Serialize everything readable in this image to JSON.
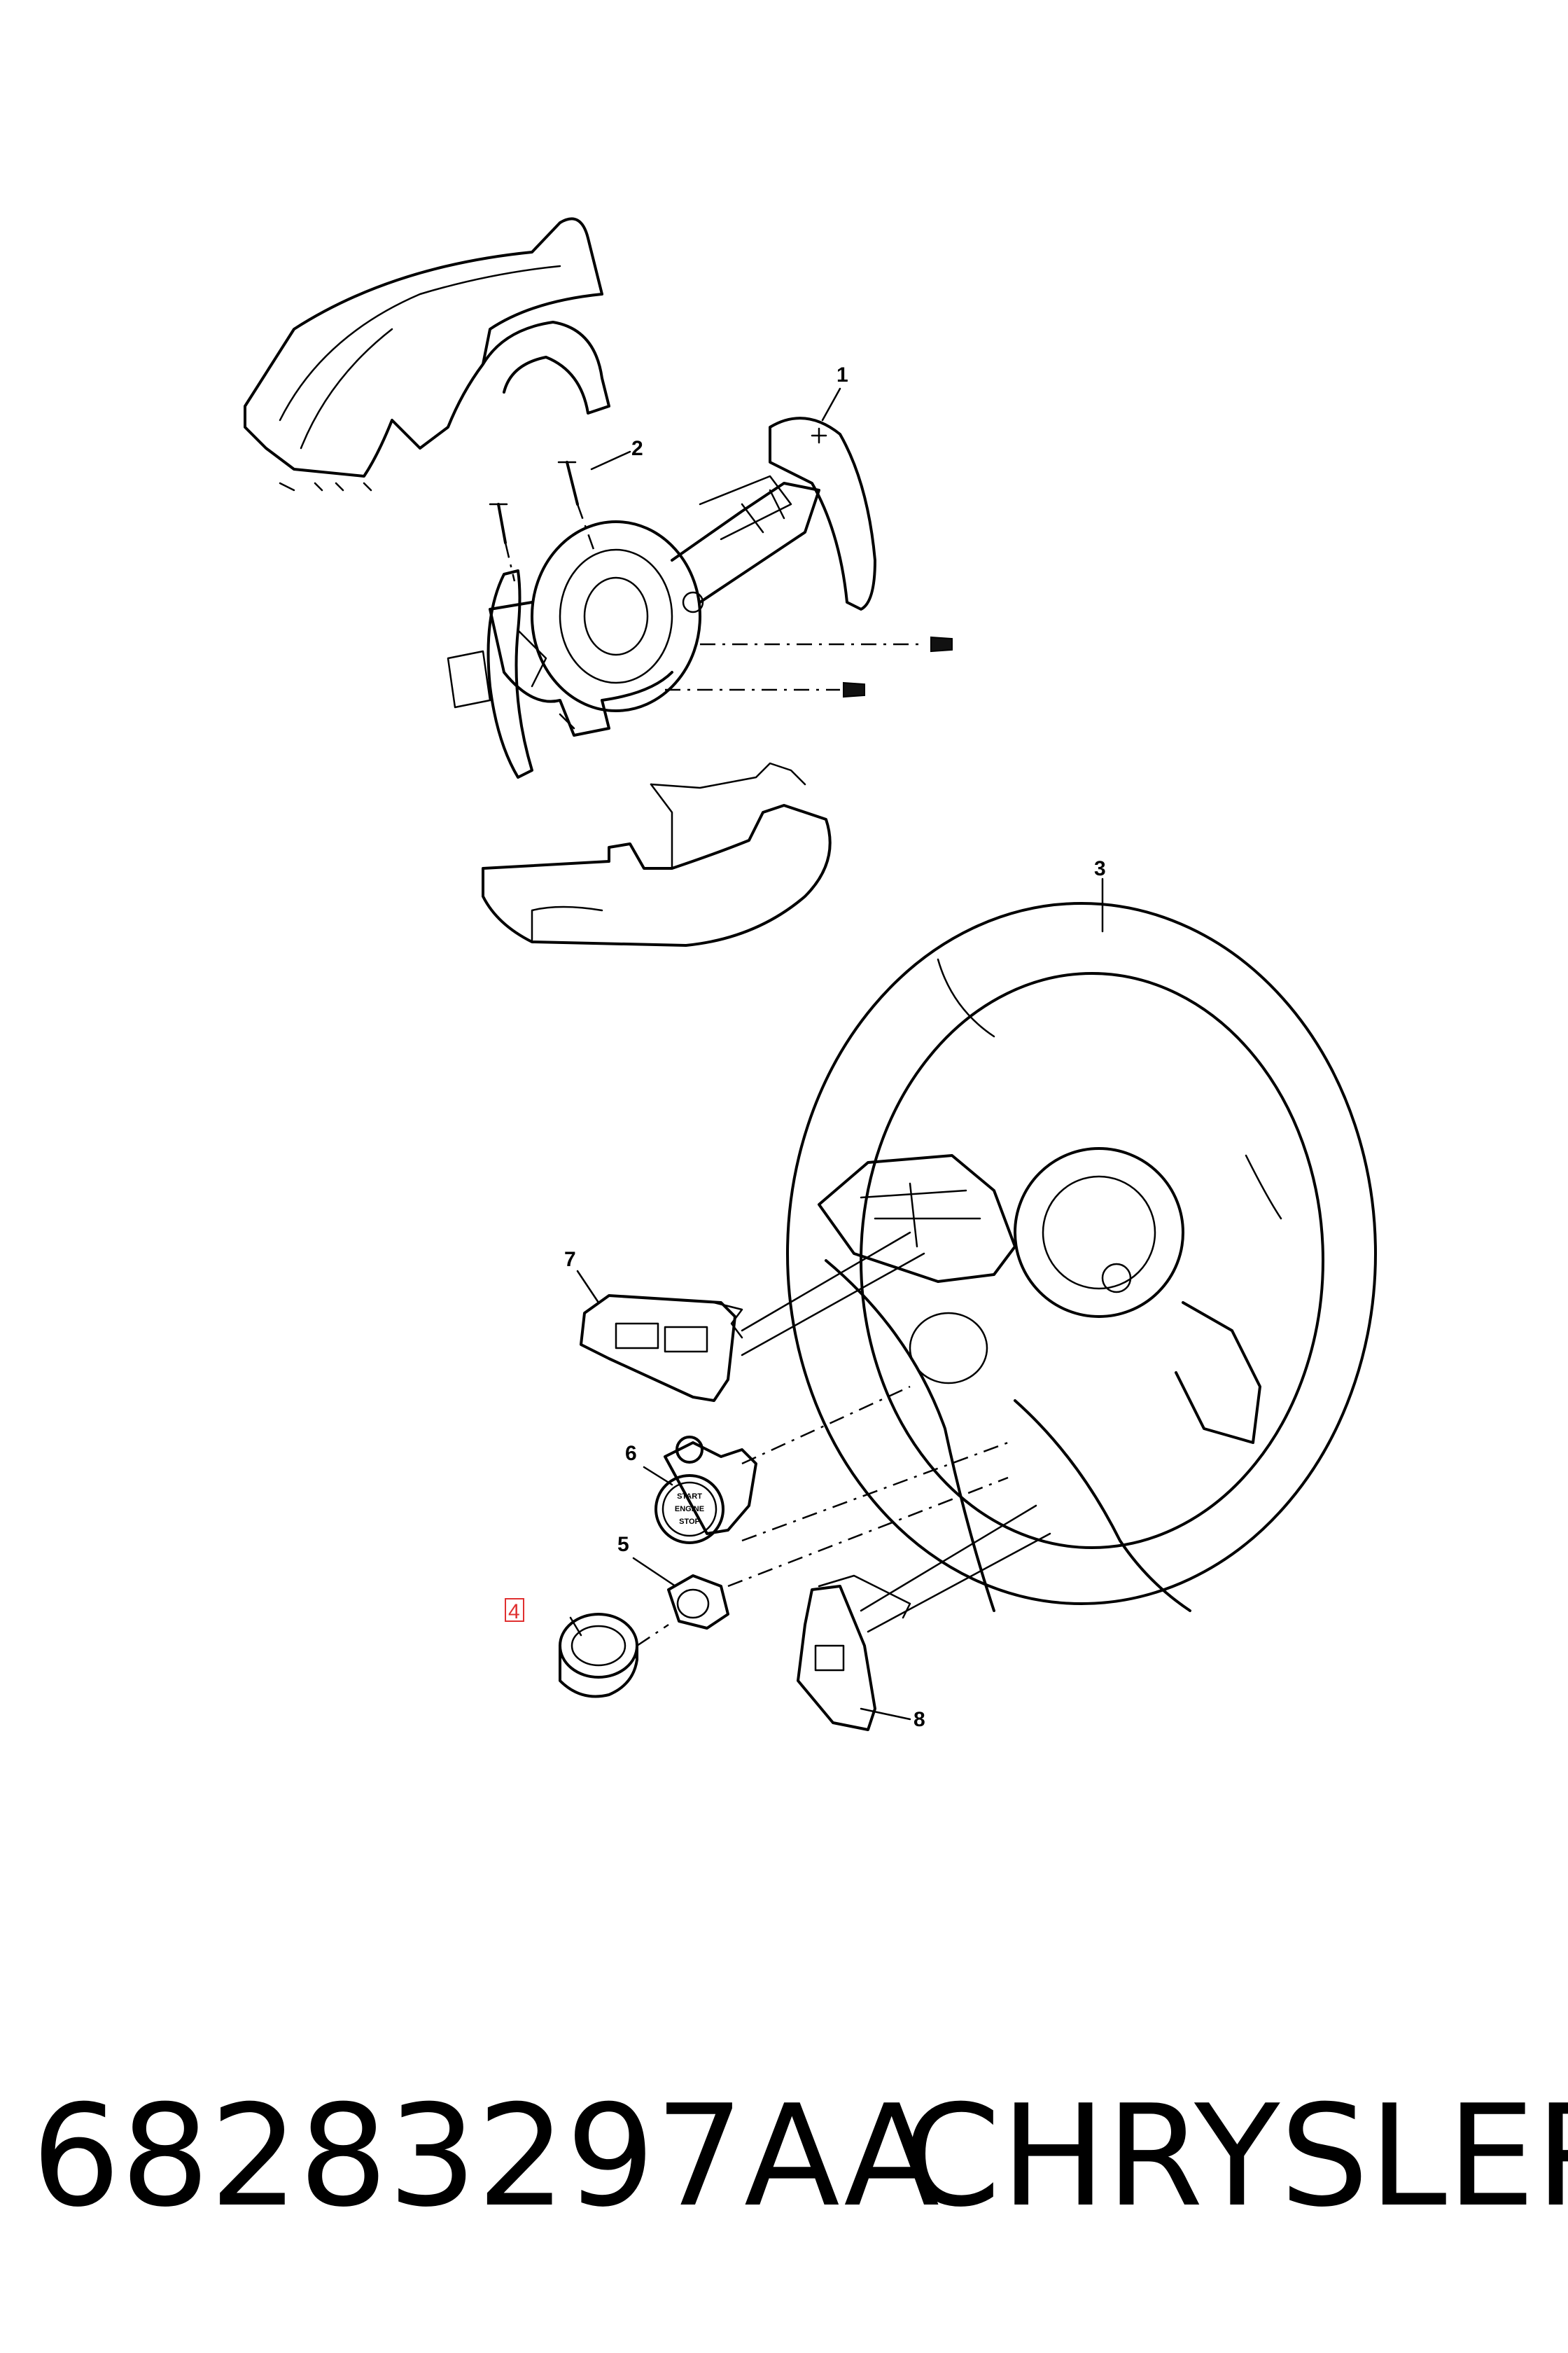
{
  "diagram": {
    "callouts": [
      {
        "id": "1",
        "label": "1"
      },
      {
        "id": "2",
        "label": "2"
      },
      {
        "id": "3",
        "label": "3"
      },
      {
        "id": "4",
        "label": "4"
      },
      {
        "id": "5",
        "label": "5"
      },
      {
        "id": "6",
        "label": "6"
      },
      {
        "id": "7",
        "label": "7"
      },
      {
        "id": "8",
        "label": "8"
      }
    ],
    "button_text": {
      "line1": "START",
      "line2": "ENGINE",
      "line3": "STOP"
    },
    "highlight_color": "#e03030"
  },
  "footer": {
    "part_number": "68283297AA",
    "brand": "CHRYSLER"
  }
}
